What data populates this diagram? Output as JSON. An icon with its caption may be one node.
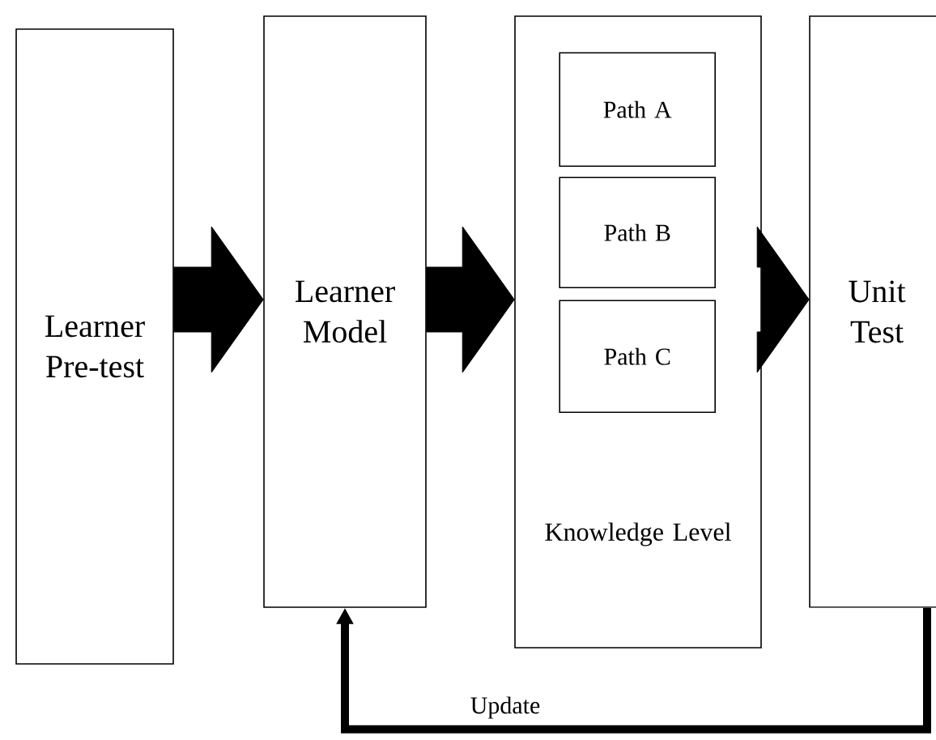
{
  "diagram": {
    "nodes": [
      {
        "text": [
          "Learner Pre-test"
        ]
      },
      {
        "text": [
          "Learner Model"
        ]
      },
      {
        "text": [
          "Knowledge Level"
        ]
      },
      {
        "text": [
          "Path A"
        ],
        "in": 2
      },
      {
        "text": [
          "Path B"
        ],
        "in": 2
      },
      {
        "text": [
          "Path C"
        ],
        "in": 2
      },
      {
        "text": [
          "Unit Test"
        ]
      }
    ],
    "edges": [
      {
        "from": 0,
        "to": 1,
        "arrow": "to",
        "style": "thick"
      },
      {
        "from": 1,
        "to": 2,
        "arrow": "to",
        "style": "thick"
      },
      {
        "from": 2,
        "to": 6,
        "arrow": "to",
        "style": "thick"
      },
      {
        "from": 6,
        "to": 1,
        "arrow": "to",
        "label": "Update"
      }
    ]
  }
}
